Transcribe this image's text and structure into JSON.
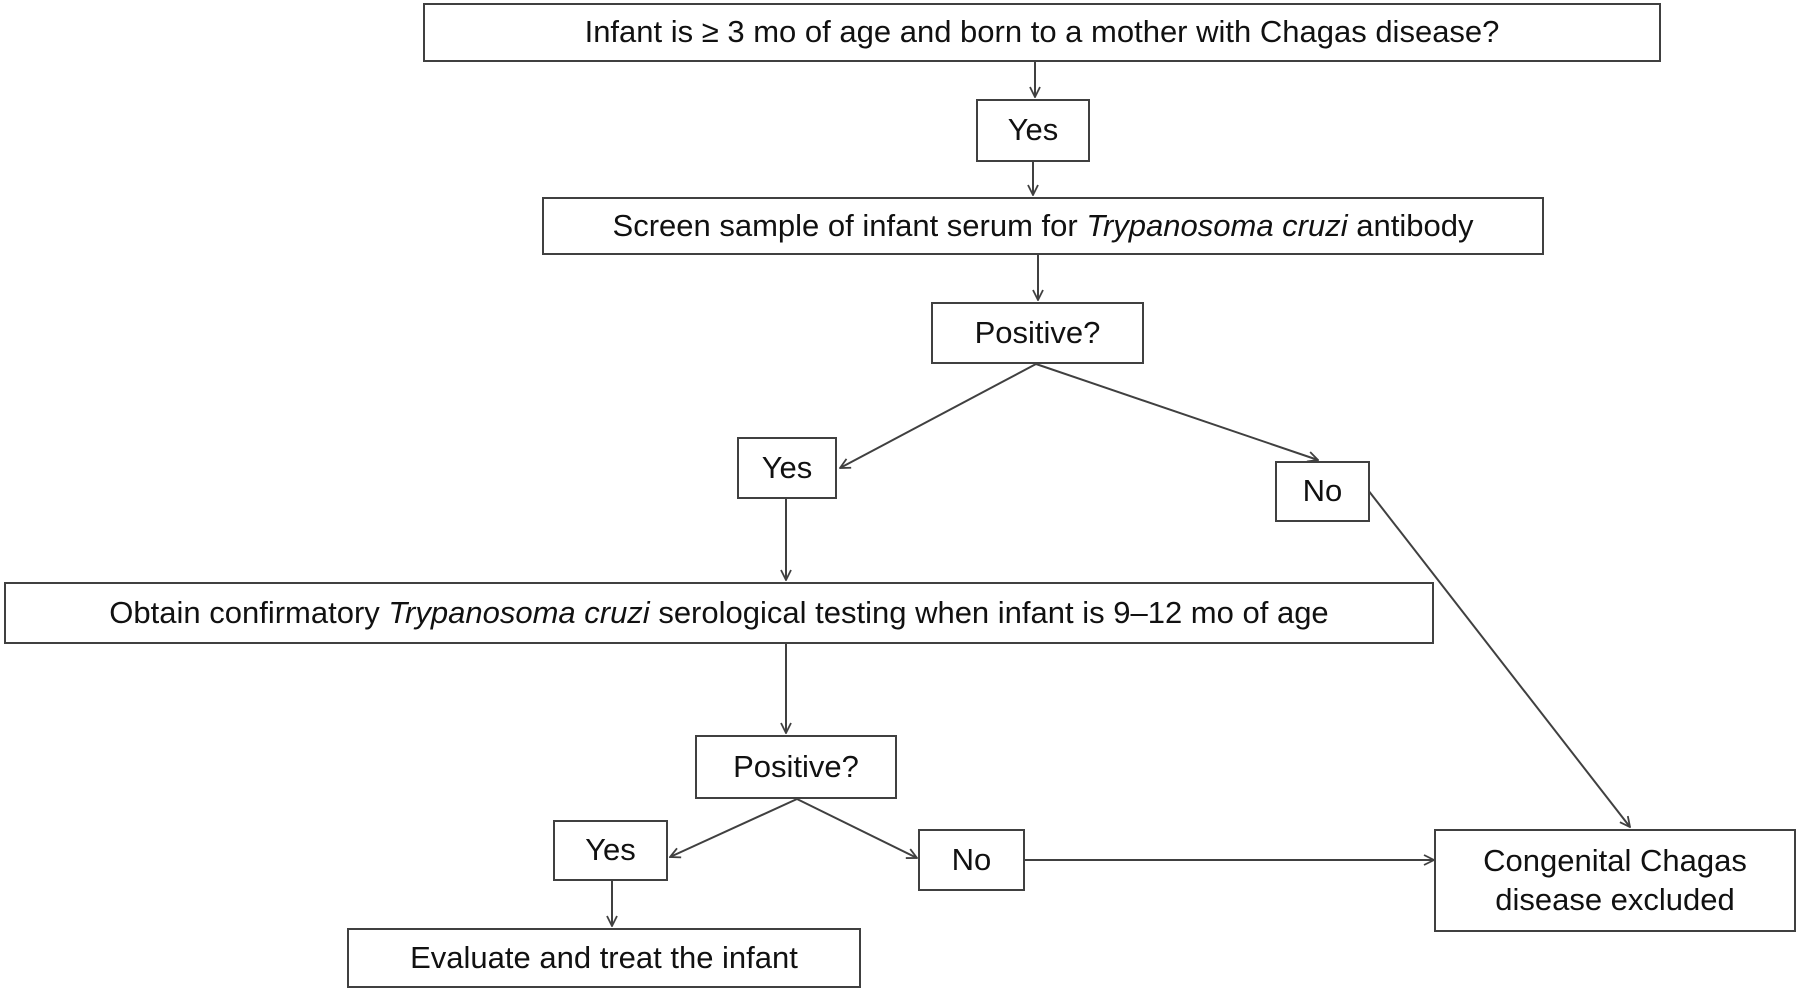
{
  "nodes": {
    "start": {
      "label": "Infant is ≥ 3 mo of age and born to a mother with Chagas disease?"
    },
    "yes1": {
      "label": "Yes"
    },
    "screen": {
      "before": "Screen sample of infant serum for ",
      "organism": "Trypanosoma cruzi",
      "after": " antibody"
    },
    "positive1": {
      "label": "Positive?"
    },
    "yes2": {
      "label": "Yes"
    },
    "no1": {
      "label": "No"
    },
    "confirm": {
      "before": "Obtain confirmatory ",
      "organism": "Trypanosoma cruzi",
      "after": " serological testing when infant is 9–12 mo of age"
    },
    "positive2": {
      "label": "Positive?"
    },
    "yes3": {
      "label": "Yes"
    },
    "no2": {
      "label": "No"
    },
    "excluded": {
      "line1": "Congenital Chagas",
      "line2": "disease excluded"
    },
    "treat": {
      "label": "Evaluate and treat the infant"
    }
  },
  "edges": [
    {
      "from": "start",
      "to": "yes1"
    },
    {
      "from": "yes1",
      "to": "screen"
    },
    {
      "from": "screen",
      "to": "positive1"
    },
    {
      "from": "positive1",
      "to": "yes2"
    },
    {
      "from": "positive1",
      "to": "no1"
    },
    {
      "from": "yes2",
      "to": "confirm"
    },
    {
      "from": "no1",
      "to": "excluded"
    },
    {
      "from": "confirm",
      "to": "positive2"
    },
    {
      "from": "positive2",
      "to": "yes3"
    },
    {
      "from": "positive2",
      "to": "no2"
    },
    {
      "from": "no2",
      "to": "excluded"
    },
    {
      "from": "yes3",
      "to": "treat"
    }
  ]
}
